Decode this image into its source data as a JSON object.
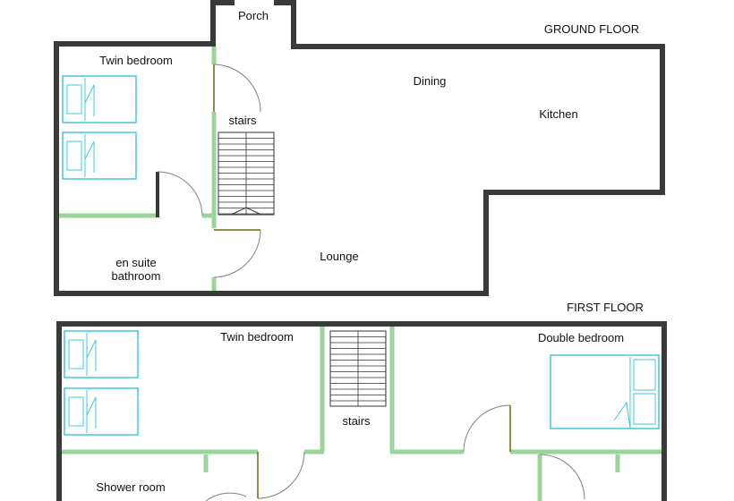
{
  "plan": {
    "ground_floor": {
      "heading": "GROUND FLOOR",
      "rooms": {
        "porch": "Porch",
        "twin_bedroom": "Twin bedroom",
        "dining": "Dining",
        "kitchen": "Kitchen",
        "stairs": "stairs",
        "en_suite_line1": "en suite",
        "en_suite_line2": "bathroom",
        "lounge": "Lounge"
      }
    },
    "first_floor": {
      "heading": "FIRST FLOOR",
      "rooms": {
        "twin_bedroom": "Twin bedroom",
        "double_bedroom": "Double bedroom",
        "stairs": "stairs",
        "shower_room": "Shower room"
      }
    }
  },
  "colors": {
    "wall": "#3a3a3a",
    "inner_wall": "#9ad49a",
    "bed": "#40c8d8"
  }
}
